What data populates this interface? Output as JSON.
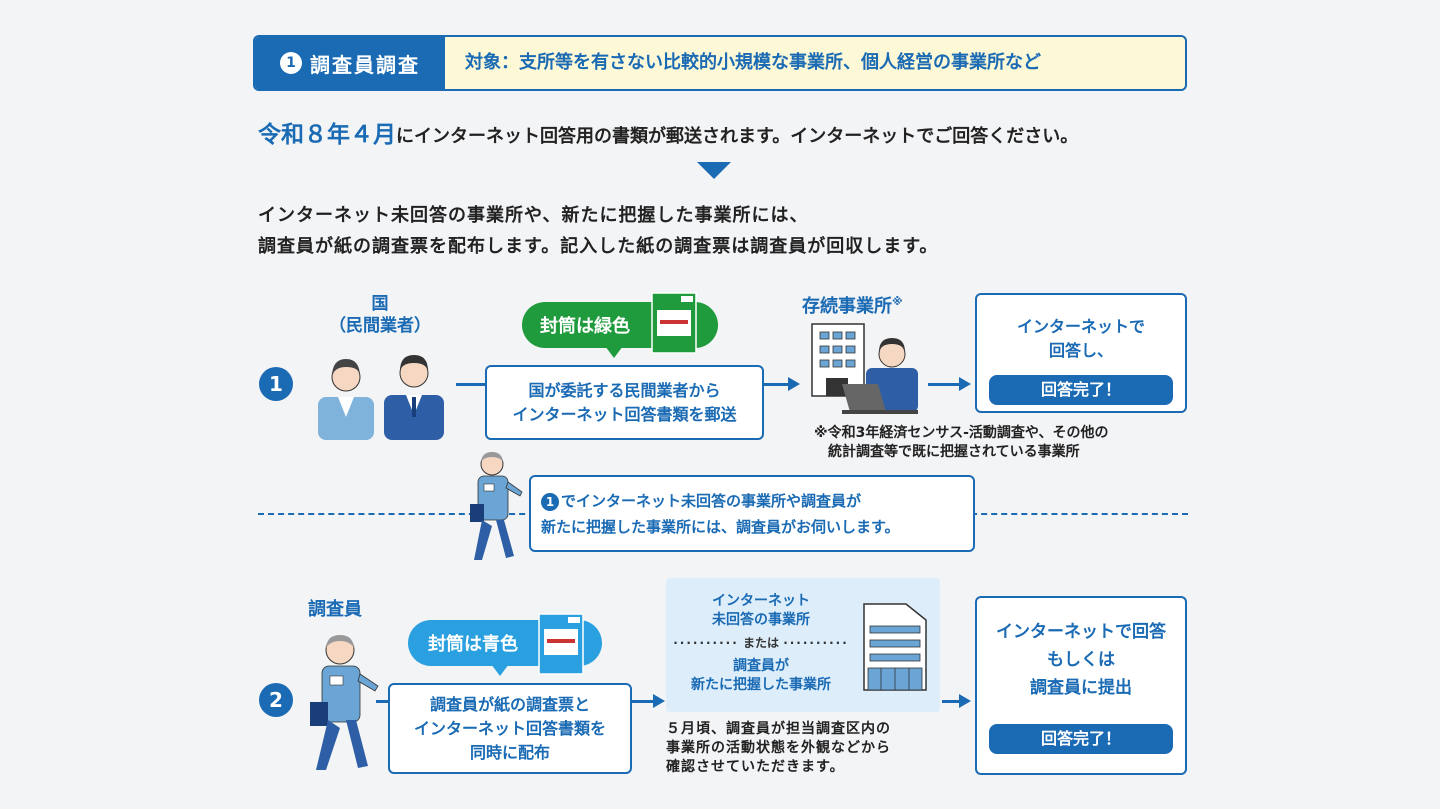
{
  "header": {
    "badge_num": "1",
    "badge_label": "調査員調査",
    "target_text": "対象：支所等を有さない比較的小規模な事業所、個人経営の事業所など"
  },
  "intro": {
    "date": "令和８年４月",
    "rest": "にインターネット回答用の書類が郵送されます。インターネットでご回答ください。"
  },
  "desc": {
    "line1": "インターネット未回答の事業所や、新たに把握した事業所には、",
    "line2": "調査員が紙の調査票を配布します。記入した紙の調査票は調査員が回収します。"
  },
  "flow1": {
    "num": "1",
    "actor_line1": "国",
    "actor_line2": "（民間業者）",
    "envelope_pill": "封筒は緑色",
    "mail_line1": "国が委託する民間業者から",
    "mail_line2": "インターネット回答書類を郵送",
    "office_label": "存続事業所",
    "office_mark": "※",
    "result_line1": "インターネットで",
    "result_line2": "回答し、",
    "done": "回答完了！",
    "note_line1": "※令和3年経済センサス‐活動調査や、その他の",
    "note_line2": "統計調査等で既に把握されている事業所"
  },
  "visit": {
    "num": "1",
    "line1": "でインターネット未回答の事業所や調査員が",
    "line2": "新たに把握した事業所には、調査員がお伺いします。"
  },
  "flow2": {
    "num": "2",
    "actor": "調査員",
    "envelope_pill": "封筒は青色",
    "dist_line1": "調査員が紙の調査票と",
    "dist_line2": "インターネット回答書類を",
    "dist_line3": "同時に配布",
    "target_line1": "インターネット",
    "target_line2": "未回答の事業所",
    "target_or": "または",
    "target_line3": "調査員が",
    "target_line4": "新たに把握した事業所",
    "note_line1": "５月頃、調査員が担当調査区内の",
    "note_line2": "事業所の活動状態を外観などから",
    "note_line3": "確認させていただきます。",
    "result_line1": "インターネットで回答",
    "result_line2": "もしくは",
    "result_line3": "調査員に提出",
    "done": "回答完了！"
  },
  "colors": {
    "primary": "#1a6ab4",
    "green": "#1f9a3c",
    "light_blue": "#2aa0e0",
    "yellow_bg": "#fdf8d6"
  }
}
